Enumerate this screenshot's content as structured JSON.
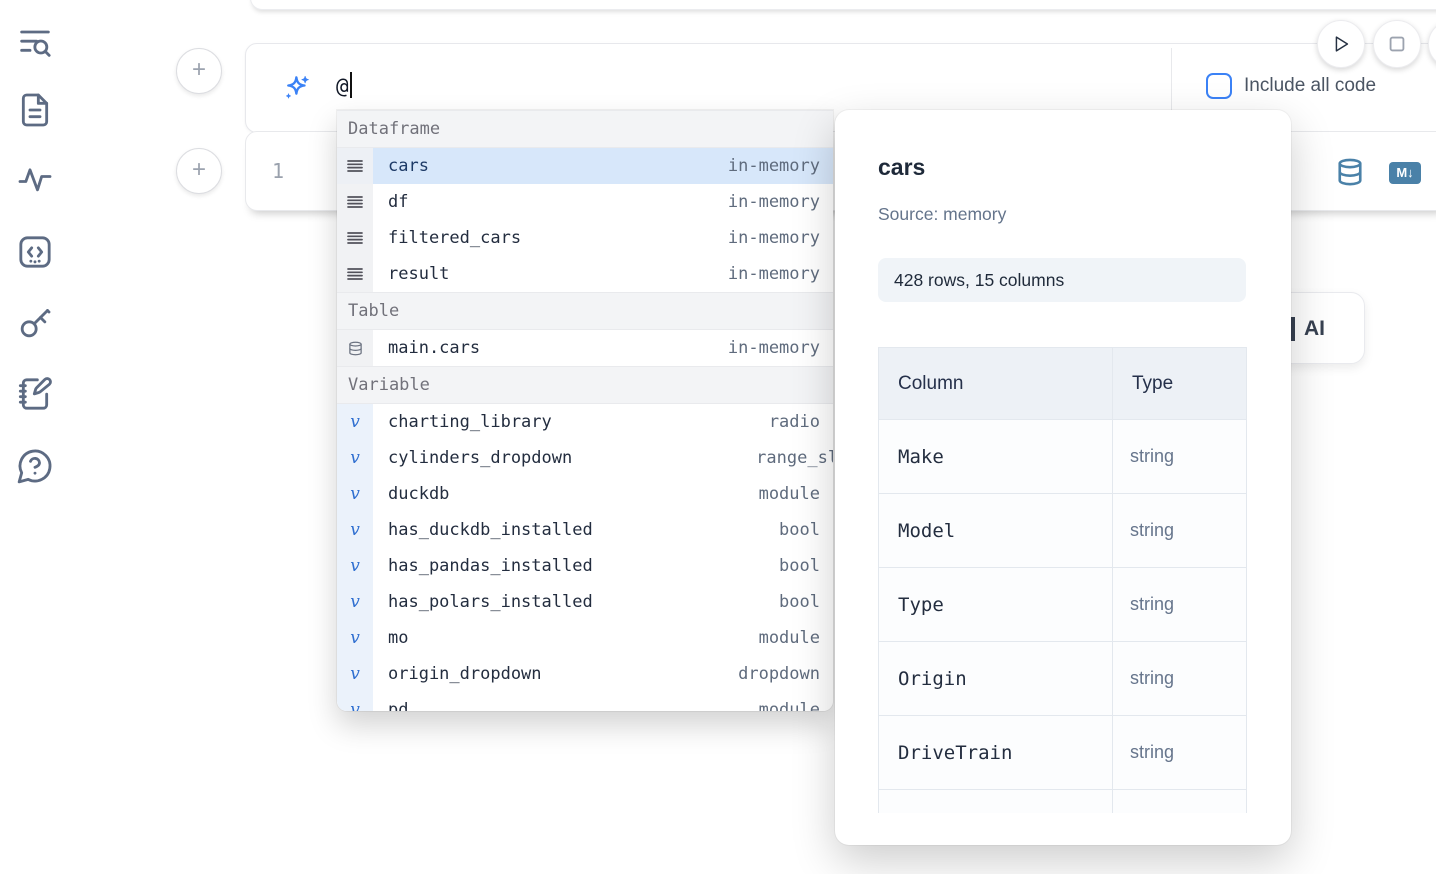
{
  "sidebar": {
    "items": [
      {
        "icon": "list-search-icon"
      },
      {
        "icon": "file-text-icon"
      },
      {
        "icon": "activity-icon"
      },
      {
        "icon": "code-box-icon"
      },
      {
        "icon": "key-icon"
      },
      {
        "icon": "notebook-pen-icon"
      },
      {
        "icon": "help-chat-icon"
      }
    ]
  },
  "toolbar": {
    "include_all_code_label": "Include all code",
    "include_all_code_checked": false
  },
  "prompt": {
    "typed_text": "@",
    "sparkle_icon": "ai-sparkle-icon"
  },
  "code_cell": {
    "line_number": "1",
    "markdown_badge": "M↓"
  },
  "autocomplete": {
    "sections": [
      {
        "label": "Dataframe",
        "kind": "dataframe",
        "items": [
          {
            "name": "cars",
            "type": "in-memory",
            "icon": "dataframe-rows-icon",
            "selected": true
          },
          {
            "name": "df",
            "type": "in-memory",
            "icon": "dataframe-rows-icon"
          },
          {
            "name": "filtered_cars",
            "type": "in-memory",
            "icon": "dataframe-rows-icon"
          },
          {
            "name": "result",
            "type": "in-memory",
            "icon": "dataframe-rows-icon"
          }
        ]
      },
      {
        "label": "Table",
        "kind": "table",
        "items": [
          {
            "name": "main.cars",
            "type": "in-memory",
            "icon": "database-icon"
          }
        ]
      },
      {
        "label": "Variable",
        "kind": "variable",
        "items": [
          {
            "name": "charting_library",
            "type": "radio",
            "icon": "variable-icon"
          },
          {
            "name": "cylinders_dropdown",
            "type": "range_slider",
            "icon": "variable-icon",
            "overflow": true
          },
          {
            "name": "duckdb",
            "type": "module",
            "icon": "variable-icon"
          },
          {
            "name": "has_duckdb_installed",
            "type": "bool",
            "icon": "variable-icon"
          },
          {
            "name": "has_pandas_installed",
            "type": "bool",
            "icon": "variable-icon"
          },
          {
            "name": "has_polars_installed",
            "type": "bool",
            "icon": "variable-icon"
          },
          {
            "name": "mo",
            "type": "module",
            "icon": "variable-icon"
          },
          {
            "name": "origin_dropdown",
            "type": "dropdown",
            "icon": "variable-icon"
          },
          {
            "name": "pd",
            "type": "module",
            "icon": "variable-icon"
          }
        ]
      }
    ]
  },
  "popup": {
    "title": "cars",
    "source": "Source: memory",
    "shape": "428 rows, 15 columns",
    "table": {
      "headers": [
        "Column",
        "Type"
      ],
      "rows": [
        [
          "Make",
          "string"
        ],
        [
          "Model",
          "string"
        ],
        [
          "Type",
          "string"
        ],
        [
          "Origin",
          "string"
        ],
        [
          "DriveTrain",
          "string"
        ],
        [
          "",
          ""
        ]
      ]
    }
  },
  "ai_card": {
    "label": "AI"
  },
  "colors": {
    "accent_blue": "#3b82f6",
    "steel_blue": "#4a81a8",
    "selection": "#d7e7fa",
    "muted_text": "#5f6b7d"
  }
}
